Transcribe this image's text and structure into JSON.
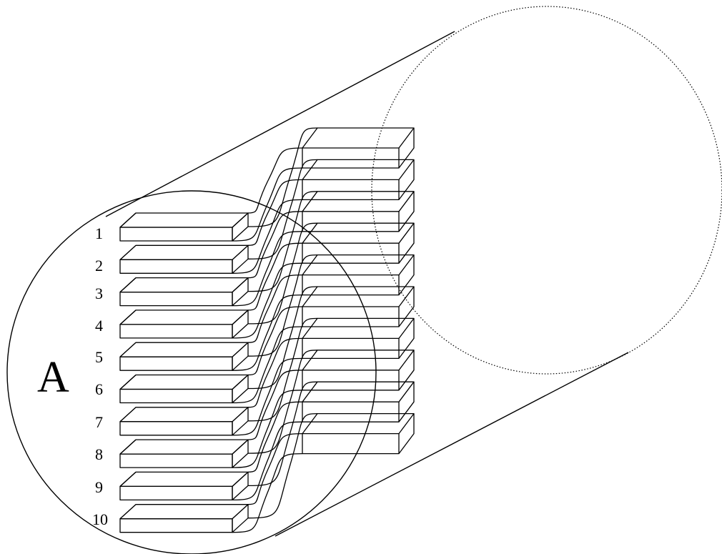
{
  "diagram": {
    "end_label": "A",
    "layer_labels": [
      "1",
      "2",
      "3",
      "4",
      "5",
      "6",
      "7",
      "8",
      "9",
      "10"
    ],
    "colors": {
      "stroke": "#000000",
      "background": "#ffffff"
    }
  }
}
